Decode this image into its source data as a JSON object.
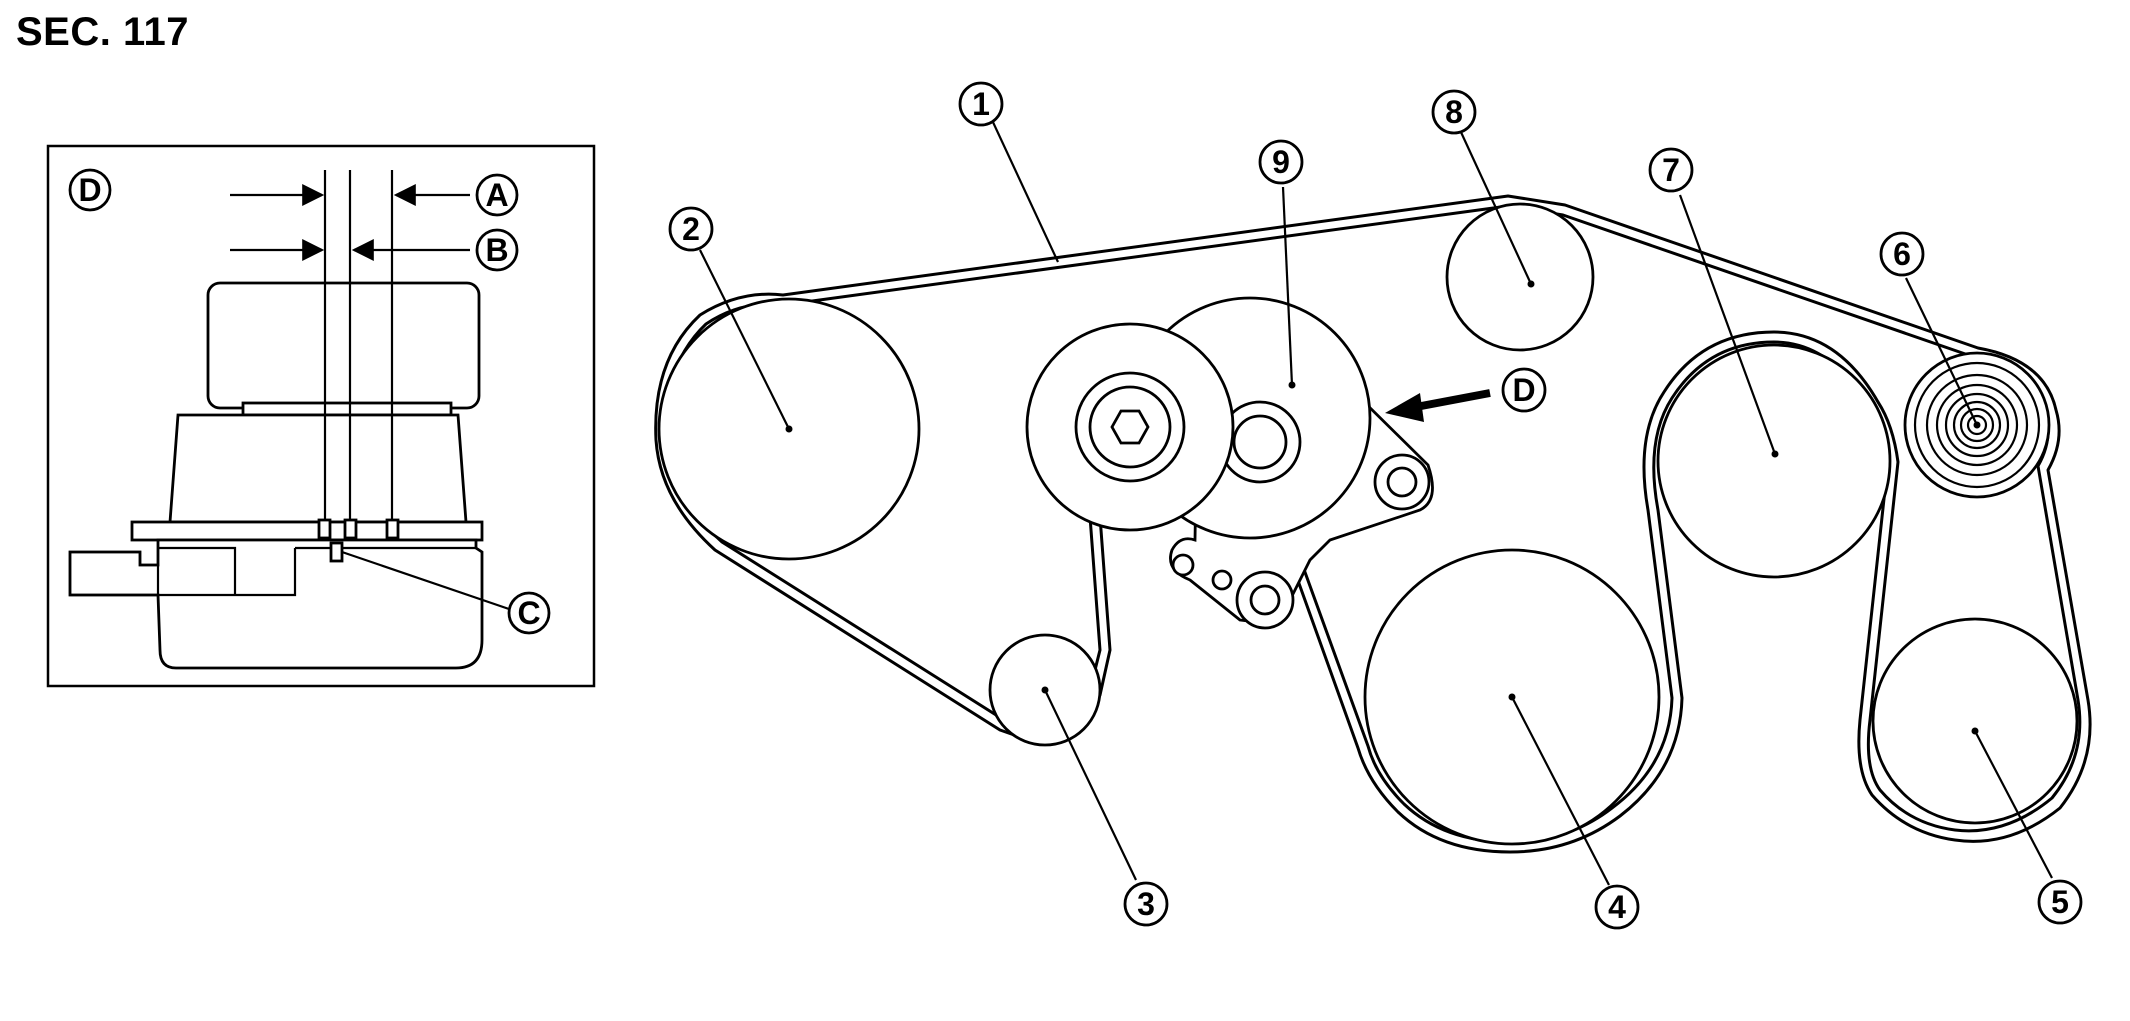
{
  "page": {
    "title": "SEC. 117"
  },
  "callouts": {
    "c1": "1",
    "c2": "2",
    "c3": "3",
    "c4": "4",
    "c5": "5",
    "c6": "6",
    "c7": "7",
    "c8": "8",
    "c9": "9",
    "cD_view": "D",
    "inset_D": "D",
    "inset_A": "A",
    "inset_B": "B",
    "inset_C": "C"
  }
}
